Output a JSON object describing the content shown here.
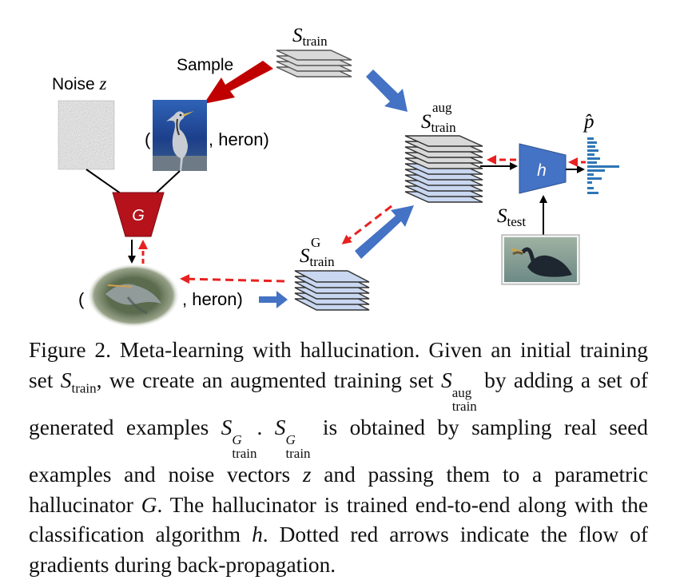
{
  "figure": {
    "s_train_label": "S",
    "s_train_sub": "train",
    "s_aug_label": "S",
    "s_aug_sup": "aug",
    "s_aug_sub": "train",
    "s_g_label": "S",
    "s_g_sup": "G",
    "s_g_sub": "train",
    "s_test_label": "S",
    "s_test_sub": "test",
    "sample_label": "Sample",
    "noise_label": "Noise",
    "noise_var": "z",
    "generator_label": "G",
    "classifier_label": "h",
    "p_hat_label": "p̂",
    "heron_top_open": "(",
    "heron_top_close": ", heron)",
    "heron_bottom_open": "(",
    "heron_bottom_close": ", heron)"
  },
  "caption": {
    "p1": "Figure 2. Meta-learning with hallucination. Given an initial training set ",
    "p1_math": "S",
    "p1_sub": "train",
    "p2": ", we create an augmented training set ",
    "p2_math": "S",
    "p2_sup": "aug",
    "p2_sub": "train",
    "p3": " by adding a set of generated examples ",
    "p3_math": "S",
    "p3_sup": "G",
    "p3_sub": "train",
    "p4": ". ",
    "p4_math": "S",
    "p4_sup": "G",
    "p4_sub": "train",
    "p5": " is obtained by sampling real seed examples and noise vectors ",
    "p5_math": "z",
    "p6": " and passing them to a parametric hallucinator ",
    "p6_math": "G",
    "p7": ". The hallucinator is trained end-to-end along with the classification algorithm ",
    "p7_math": "h",
    "p8": ". Dotted red arrows indicate the flow of gradients during back-propagation."
  },
  "colors": {
    "blue_arrow": "#4472c4",
    "red_arrow": "#c00000",
    "dashed_red": "#e8211f",
    "generator_fill": "#b5121b",
    "classifier_fill": "#4472c4",
    "histogram": "#2e75b6",
    "aug_card_gray": "#d9d9d9",
    "aug_card_blue": "#c9d7f0"
  }
}
